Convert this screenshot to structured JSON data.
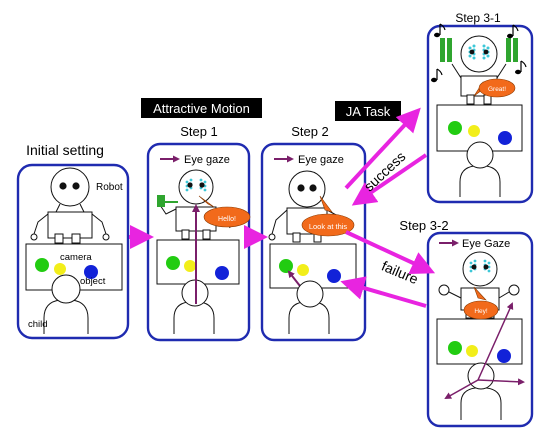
{
  "headers": {
    "attractive_motion": "Attractive Motion",
    "ja_task": "JA Task"
  },
  "panels": {
    "initial": {
      "title": "Initial setting",
      "labels": {
        "robot": "Robot",
        "camera": "camera",
        "object": "object",
        "child": "child"
      }
    },
    "step1": {
      "title": "Step 1",
      "gaze": "Eye gaze",
      "bubble": "Hello!"
    },
    "step2": {
      "title": "Step 2",
      "gaze": "Eye gaze",
      "bubble": "Look at this"
    },
    "step3_1": {
      "title": "Step 3-1",
      "bubble": "Great!"
    },
    "step3_2": {
      "title": "Step 3-2",
      "gaze": "Eye Gaze",
      "bubble": "Hey!"
    }
  },
  "edges": {
    "success": "success",
    "failure": "failure"
  },
  "colors": {
    "panel_border": "#1f2bb0",
    "arrow": "#e824e0",
    "gaze_arrow": "#7a1f6a",
    "bubble": "#f26a1b",
    "eye_teal": "#3cc8d8",
    "green_ball": "#22cc11",
    "yellow_ball": "#f2ee1a",
    "blue_ball": "#1222d8",
    "robot_arm": "#2fa52f"
  },
  "icons": [
    "robot-icon",
    "child-icon",
    "music-note-icon",
    "speech-bubble-icon"
  ]
}
